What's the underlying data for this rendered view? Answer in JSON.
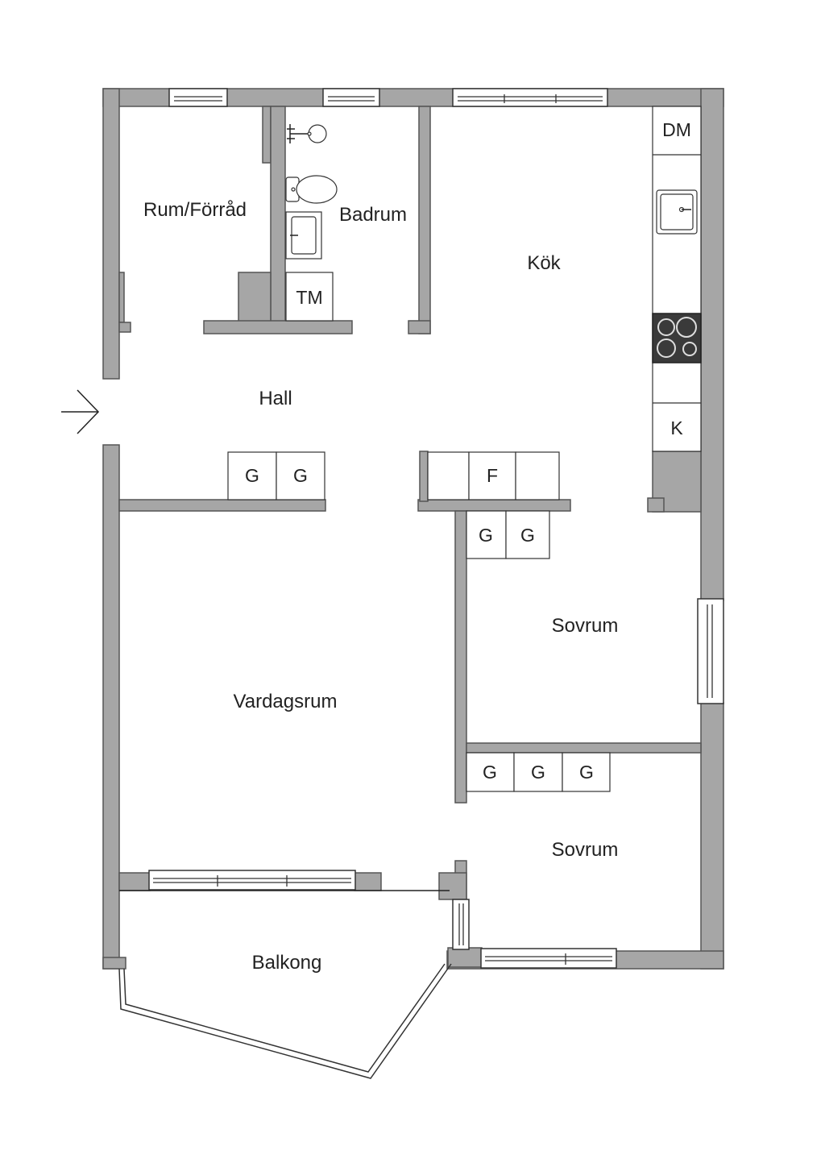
{
  "rooms": {
    "storage": "Rum/Förråd",
    "bathroom": "Badrum",
    "kitchen": "Kök",
    "hall": "Hall",
    "living_room": "Vardagsrum",
    "bedroom_1": "Sovrum",
    "bedroom_2": "Sovrum",
    "balcony": "Balkong"
  },
  "cabinets": {
    "dishwasher": "DM",
    "washing_machine": "TM",
    "fridge": "K",
    "freezer": "F",
    "wardrobe": "G"
  },
  "colors": {
    "wall": "#a6a6a6",
    "background": "#ffffff",
    "stove": "#3a3a3a"
  }
}
